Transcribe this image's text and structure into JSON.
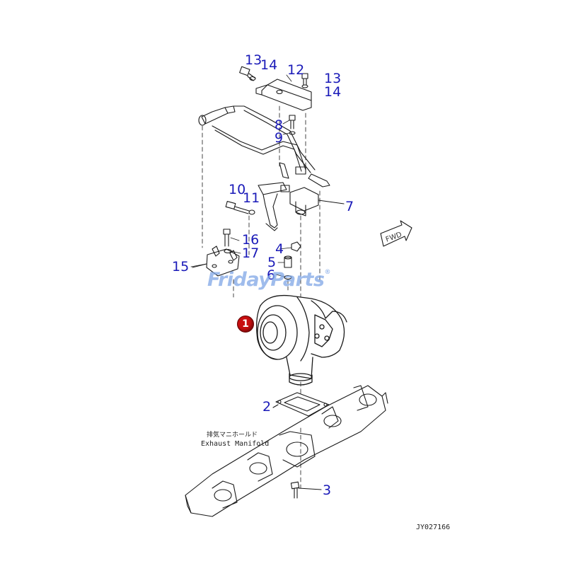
{
  "drawing": {
    "fwd_label": "FWD",
    "manifold_label_jp": "排気マニホールド",
    "manifold_label_en": "Exhaust Manifold",
    "drawing_code": "JY027166"
  },
  "watermark": {
    "text": "FridayParts",
    "mark": "®",
    "color": "#7fa6e6"
  },
  "highlighted_part": {
    "number": "1",
    "color": "#c80f10"
  },
  "callouts": [
    {
      "number": "13"
    },
    {
      "number": "14"
    },
    {
      "number": "12"
    },
    {
      "number": "13"
    },
    {
      "number": "14"
    },
    {
      "number": "8"
    },
    {
      "number": "9"
    },
    {
      "number": "10"
    },
    {
      "number": "11"
    },
    {
      "number": "7"
    },
    {
      "number": "16"
    },
    {
      "number": "17"
    },
    {
      "number": "15"
    },
    {
      "number": "4"
    },
    {
      "number": "5"
    },
    {
      "number": "6"
    },
    {
      "number": "2"
    },
    {
      "number": "3"
    }
  ],
  "colors": {
    "callout": "#1a1ab8",
    "line_art": "#1a1a1a"
  }
}
